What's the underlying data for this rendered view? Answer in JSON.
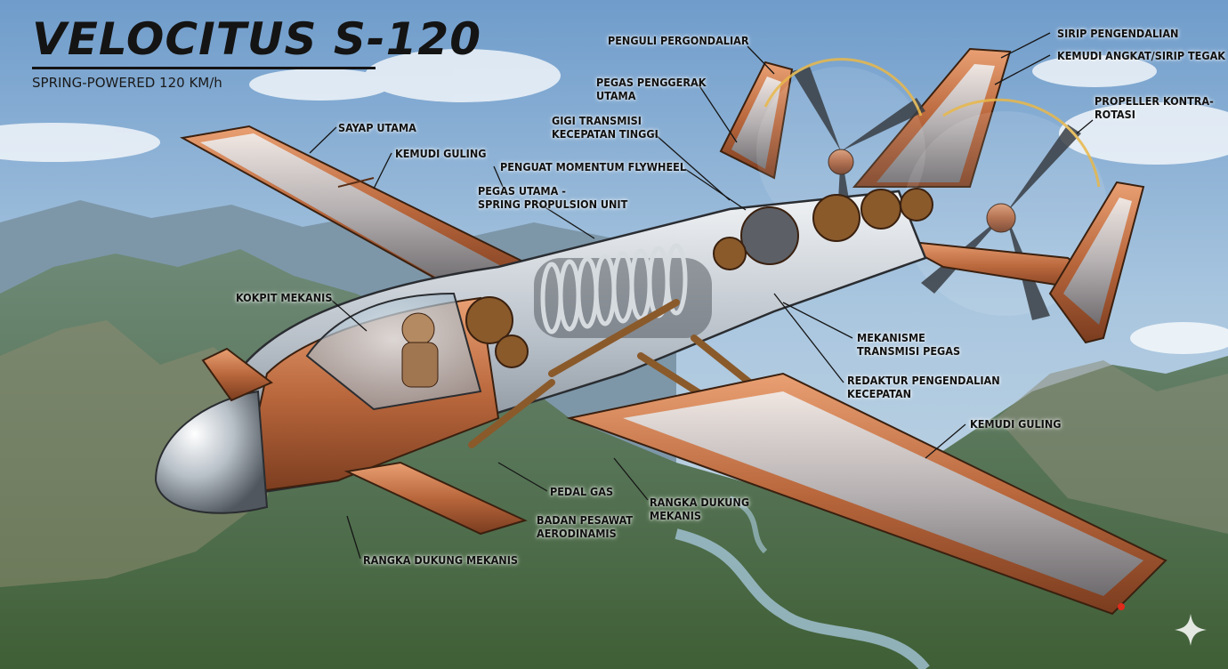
{
  "header": {
    "title": "VELOCITUS S-120",
    "subtitle": "SPRING-POWERED 120 KM/h"
  },
  "labels": {
    "sayap_utama": "SAYAP UTAMA",
    "kemudi_guling_left": "KEMUDI GULING",
    "penguat_momentum": "PENGUAT MOMENTUM FLYWHEEL",
    "pegas_utama": "PEGAS UTAMA -\nSPRING PROPULSION UNIT",
    "kokpit_mekanis": "KOKPIT MEKANIS",
    "penguli_pergondaliar": "PENGULI PERGONDALIAR",
    "pegas_penggerak": "PEGAS PENGGERAK\nUTAMA",
    "gigi_transmisi": "GIGI TRANSMISI\nKECEPATAN TINGGI",
    "sirip_pengendalian": "SIRIP PENGENDALIAN",
    "kemudi_angkat": "KEMUDI ANGKAT/SIRIP TEGAK",
    "propeller_kontra": "PROPELLER KONTRA-\nROTASI",
    "mekanisme_transmisi": "MEKANISME\nTRANSMISI PEGAS",
    "redaktur": "REDAKTUR PENGENDALIAN\nKECEPATAN",
    "kemudi_guling_right": "KEMUDI GULING",
    "pedal_gas": "PEDAL GAS",
    "rangka_dukung_center": "RANGKA DUKUNG\nMEKANIS",
    "badan_pesawat": "BADAN PESAWAT\nAERODINAMIS",
    "rangka_dukung_bottom": "RANGKA DUKUNG MEKANIS"
  },
  "colors": {
    "sky": "#8fb6d9",
    "copper": "#c9774a",
    "steel": "#c7ced6",
    "mountain": "#5f7b6a",
    "ink": "#141414"
  }
}
